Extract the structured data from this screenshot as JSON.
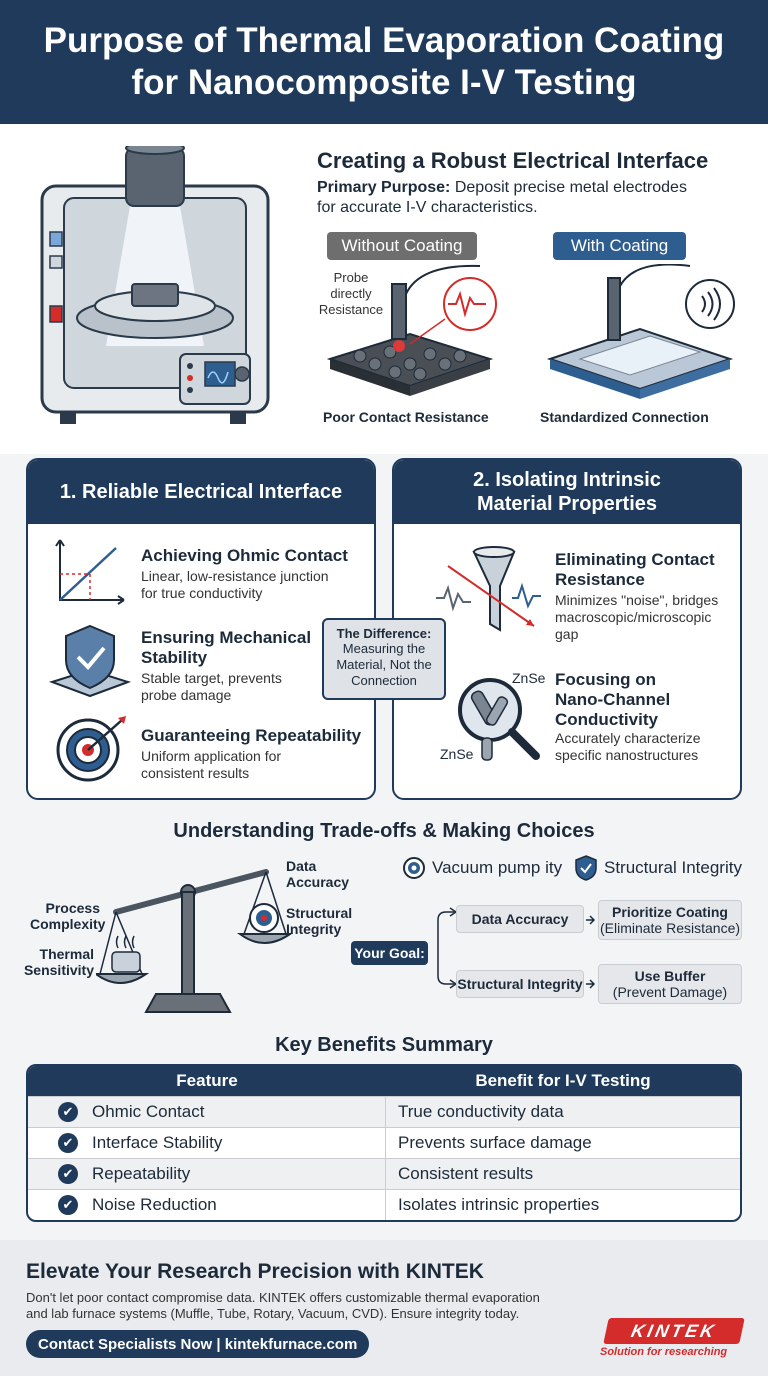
{
  "header": {
    "title_line1": "Purpose of Thermal Evaporation Coating",
    "title_line2": "for Nanocomposite I-V Testing"
  },
  "hero": {
    "title": "Creating a Robust Electrical Interface",
    "purpose_label": "Primary Purpose:",
    "purpose_text_line1": "Deposit precise metal electrodes",
    "purpose_text_line2": "for accurate I-V characteristics.",
    "without_label": "Without Coating",
    "with_label": "With Coating",
    "probe_note_line1": "Probe",
    "probe_note_line2": "directly",
    "probe_note_line3": "Resistance",
    "without_caption": "Poor Contact Resistance",
    "with_caption": "Standardized Connection"
  },
  "panel1": {
    "title": "1. Reliable Electrical Interface",
    "items": [
      {
        "title": "Achieving Ohmic Contact",
        "text_line1": "Linear, low-resistance junction",
        "text_line2": "for true conductivity"
      },
      {
        "title_line1": "Ensuring Mechanical",
        "title_line2": "Stability",
        "text_line1": "Stable target, prevents",
        "text_line2": "probe damage"
      },
      {
        "title": "Guaranteeing Repeatability",
        "text_line1": "Uniform application for",
        "text_line2": "consistent results"
      }
    ]
  },
  "panel2": {
    "title_line1": "2. Isolating Intrinsic",
    "title_line2": "Material Properties",
    "items": [
      {
        "title_line1": "Eliminating Contact",
        "title_line2": "Resistance",
        "text_line1": "Minimizes \"noise\", bridges",
        "text_line2": "macroscopic/microscopic",
        "text_line3": "gap"
      },
      {
        "title_line1": "Focusing on",
        "title_line2": "Nano-Channel",
        "title_line3": "Conductivity",
        "text_line1": "Accurately characterize",
        "text_line2": "specific nanostructures"
      }
    ],
    "znse_label": "ZnSe"
  },
  "difference": {
    "title": "The Difference:",
    "line1": "Measuring the",
    "line2": "Material, Not the",
    "line3": "Connection"
  },
  "tradeoffs": {
    "title": "Understanding Trade-offs & Making Choices",
    "left_label1_line1": "Process",
    "left_label1_line2": "Complexity",
    "left_label2_line1": "Thermal",
    "left_label2_line2": "Sensitivity",
    "right_label1_line1": "Data",
    "right_label1_line2": "Accuracy",
    "right_label2_line1": "Structural",
    "right_label2_line2": "Integrity",
    "legend1": "Vacuum pump ity",
    "legend2": "Structural Integrity",
    "goal_label": "Your Goal:",
    "option1": "Data Accuracy",
    "option2": "Structural Integrity",
    "result1_line1": "Prioritize Coating",
    "result1_line2": "(Eliminate Resistance)",
    "result2_line1": "Use Buffer",
    "result2_line2": "(Prevent Damage)"
  },
  "benefits": {
    "title": "Key Benefits Summary",
    "col1": "Feature",
    "col2": "Benefit for I-V Testing",
    "rows": [
      {
        "feature": "Ohmic Contact",
        "benefit": "True conductivity data"
      },
      {
        "feature": "Interface Stability",
        "benefit": "Prevents surface damage"
      },
      {
        "feature": "Repeatability",
        "benefit": "Consistent results"
      },
      {
        "feature": "Noise Reduction",
        "benefit": "Isolates intrinsic properties"
      }
    ]
  },
  "footer": {
    "title": "Elevate Your Research Precision with KINTEK",
    "text_line1": "Don't let poor contact compromise data. KINTEK offers customizable thermal evaporation",
    "text_line2": "and lab furnace systems (Muffle, Tube, Rotary, Vacuum, CVD). Ensure integrity today.",
    "cta": "Contact Specialists Now | kintekfurnace.com",
    "logo": "KINTEK",
    "tagline": "Solution for researching"
  },
  "colors": {
    "navy": "#1f3a5a",
    "red": "#d42b2b",
    "gray_pill": "#6e6e6e"
  }
}
